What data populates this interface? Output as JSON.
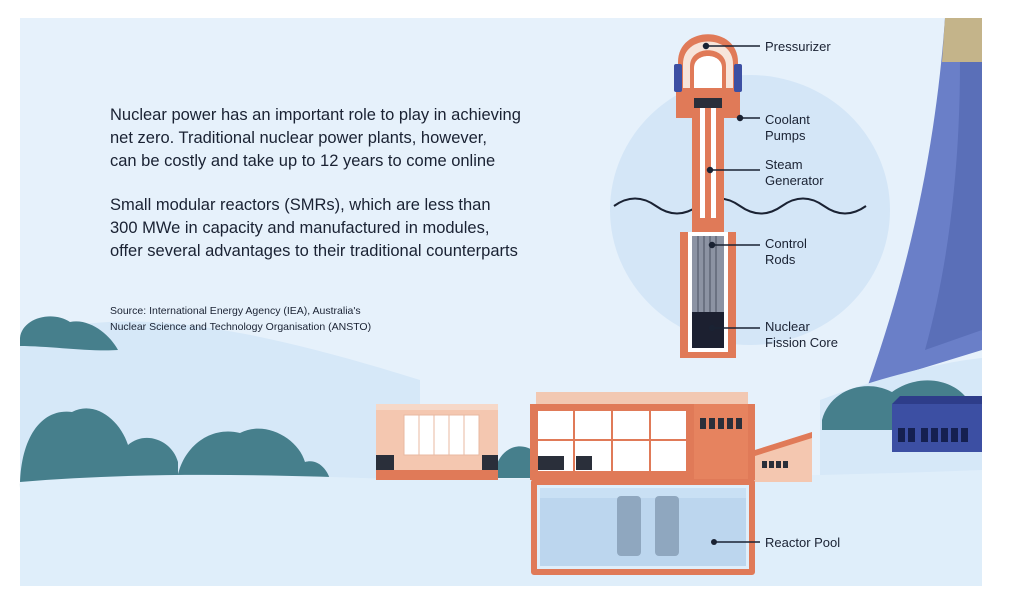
{
  "intro": {
    "paragraph1": [
      "Nuclear power has an important role to play in achieving",
      "net zero. Traditional nuclear power plants, however,",
      "can be costly and take up to 12 years to come online"
    ],
    "paragraph2": [
      "Small modular reactors (SMRs), which are less than",
      "300 MWe in capacity and manufactured in modules,",
      "offer several advantages to their traditional counterparts"
    ]
  },
  "source": [
    "Source: International Energy Agency (IEA), Australia's",
    "Nuclear Science and Technology Organisation (ANSTO)"
  ],
  "labels": {
    "pressurizer": [
      "Pressurizer"
    ],
    "coolant_pumps": [
      "Coolant",
      "Pumps"
    ],
    "steam_generator": [
      "Steam",
      "Generator"
    ],
    "control_rods": [
      "Control",
      "Rods"
    ],
    "fission_core": [
      "Nuclear",
      "Fission Core"
    ],
    "reactor_pool": [
      "Reactor Pool"
    ]
  },
  "colors": {
    "sky": "#e6f1fb",
    "snow": "#dfeefa",
    "vessel": "#e07a58",
    "vessel_dark": "#b2482c",
    "tree": "#467f8c",
    "cooling_tower": "#6a7fc8",
    "text": "#1a2233"
  }
}
